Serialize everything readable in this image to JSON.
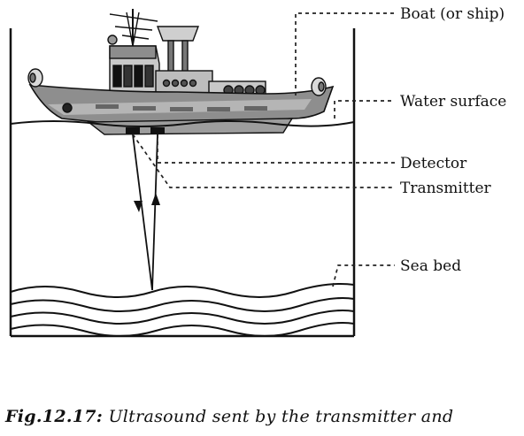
{
  "labels": {
    "boat": "Boat (or ship)",
    "water_surface": "Water surface",
    "detector": "Detector",
    "transmitter": "Transmitter",
    "sea_bed": "Sea bed"
  },
  "caption": {
    "label": "Fig.12.17:",
    "text": "Ultrasound sent by the transmitter and"
  },
  "colors": {
    "hull": "#8e8e8e",
    "hull_band": "#b9b9b9",
    "cabin": "#c4c4c4",
    "line": "#111111"
  }
}
